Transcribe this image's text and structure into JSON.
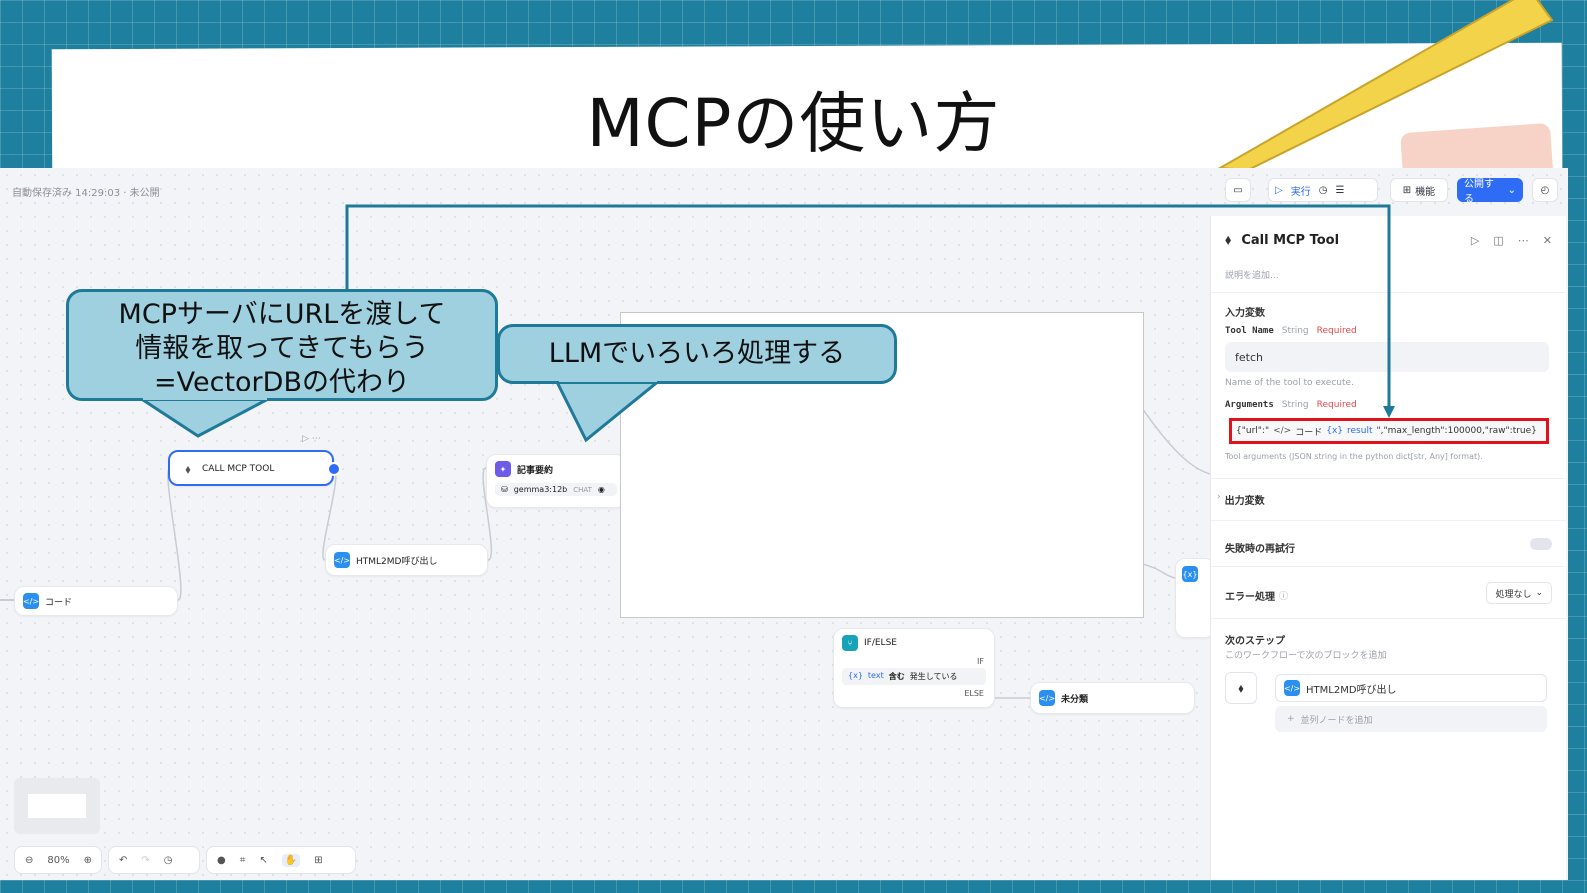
{
  "slide": {
    "title": "MCPの使い方"
  },
  "app": {
    "autosave_status": "自動保存済み 14:29:03 · 未公開",
    "toolbar": {
      "run": "実行",
      "features": "機能",
      "publish": "公開する"
    },
    "nodes": {
      "call_mcp_tool": "CALL MCP TOOL",
      "html2md": "HTML2MD呼び出し",
      "code": "コード",
      "article_summary": "記事要約",
      "model_name": "gemma3:12b",
      "model_mode": "CHAT",
      "ifelse": "IF/ELSE",
      "if_label": "IF",
      "else_label": "ELSE",
      "condition_var": "text",
      "condition_op": "含む",
      "condition_value": "発生している",
      "unclassified": "未分類"
    },
    "panel": {
      "title": "Call MCP Tool",
      "description_placeholder": "説明を追加...",
      "input_vars_header": "入力変数",
      "tool_name_label": "Tool Name",
      "type_string": "String",
      "required": "Required",
      "tool_name_value": "fetch",
      "tool_name_help": "Name of the tool to execute.",
      "arguments_label": "Arguments",
      "arguments_prefix": "{\"url\":\"",
      "arguments_code_ref": "コード",
      "arguments_var": "result",
      "arguments_suffix": "\",\"max_length\":100000,\"raw\":true}",
      "arguments_help": "Tool arguments (JSON string in the python dict[str, Any] format).",
      "output_vars": "出力変数",
      "retry_on_failure": "失敗時の再試行",
      "error_handling": "エラー処理",
      "error_handling_value": "処理なし",
      "next_step": "次のステップ",
      "next_step_desc": "このワークフローで次のブロックを追加",
      "next_node": "HTML2MD呼び出し",
      "add_parallel": "並列ノードを追加"
    },
    "zoom": "80%"
  },
  "callouts": {
    "mcp_line1": "MCPサーバにURLを渡して",
    "mcp_line2": "情報を取ってきてもらう",
    "mcp_line3": "=VectorDBの代わり",
    "llm": "LLMでいろいろ処理する"
  }
}
